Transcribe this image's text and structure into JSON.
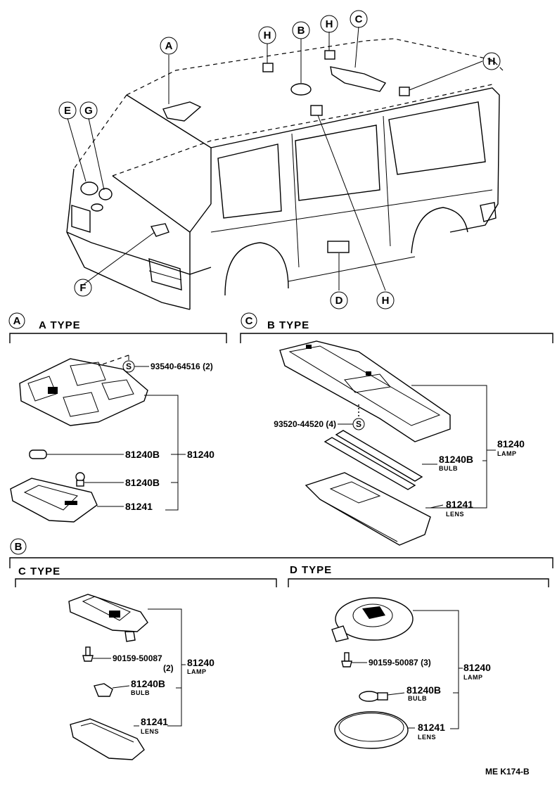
{
  "callouts": {
    "A": "A",
    "B": "B",
    "C": "C",
    "D": "D",
    "E": "E",
    "F": "F",
    "G": "G",
    "H": "H",
    "S": "S"
  },
  "sections": {
    "a_type": "A  TYPE",
    "b_type": "B  TYPE",
    "c_type": "C  TYPE",
    "d_type": "D  TYPE"
  },
  "parts": {
    "screw_a": "93540-64516 (2)",
    "screw_b": "93520-44520 (4)",
    "screw_c": "90159-50087",
    "screw_c_qty": "(2)",
    "screw_d": "90159-50087 (3)",
    "lamp": "81240",
    "bulb": "81240B",
    "lens": "81241",
    "lamp_label": "LAMP",
    "bulb_label": "BULB",
    "lens_label": "LENS"
  },
  "footer": {
    "code": "ME  K174-B"
  }
}
